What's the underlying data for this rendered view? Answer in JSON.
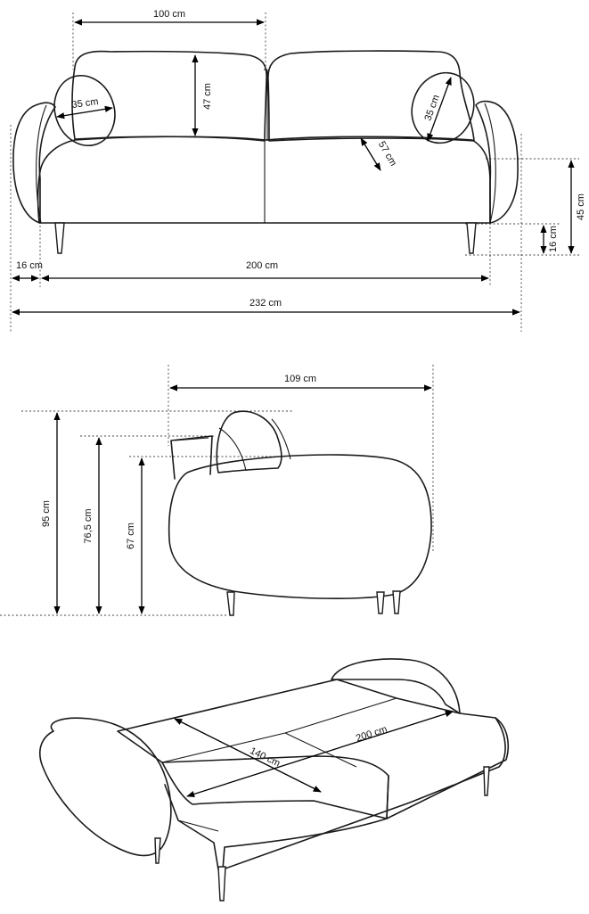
{
  "colors": {
    "line": "#1a1a1a",
    "background": "#ffffff"
  },
  "front_view": {
    "width_seat_cushion": "100 cm",
    "backrest_height": "47 cm",
    "left_pillow_diameter": "35 cm",
    "right_pillow_diameter": "35 cm",
    "seat_depth": "57 cm",
    "seat_height": "45 cm",
    "leg_height": "16 cm",
    "armrest_width": "16 cm",
    "seat_width": "200 cm",
    "total_width": "232 cm"
  },
  "side_view": {
    "depth": "109 cm",
    "total_height": "95 cm",
    "backrest_height": "76,5 cm",
    "armrest_height": "67 cm"
  },
  "bed_view": {
    "bed_width": "140 cm",
    "bed_length": "200 cm"
  }
}
